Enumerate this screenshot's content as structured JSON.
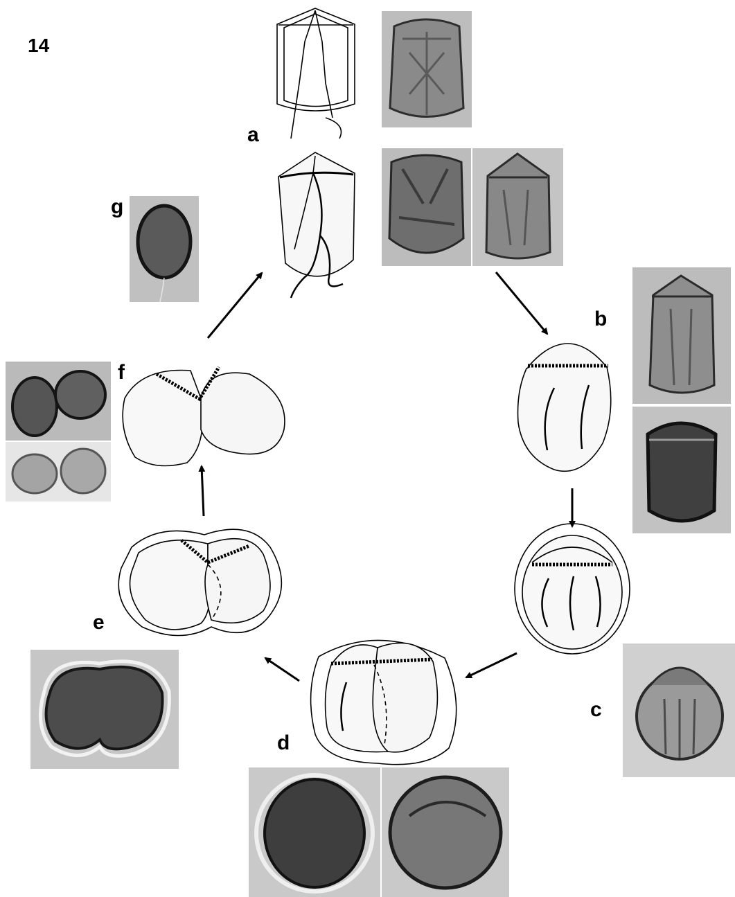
{
  "figure_number": "14",
  "stage_labels": {
    "a": "a",
    "b": "b",
    "c": "c",
    "d": "d",
    "e": "e",
    "f": "f",
    "g": "g"
  },
  "colors": {
    "ink": "#000000",
    "micrograph_background": "#b9b9b9",
    "cell_dark": "#3a3a3a"
  }
}
